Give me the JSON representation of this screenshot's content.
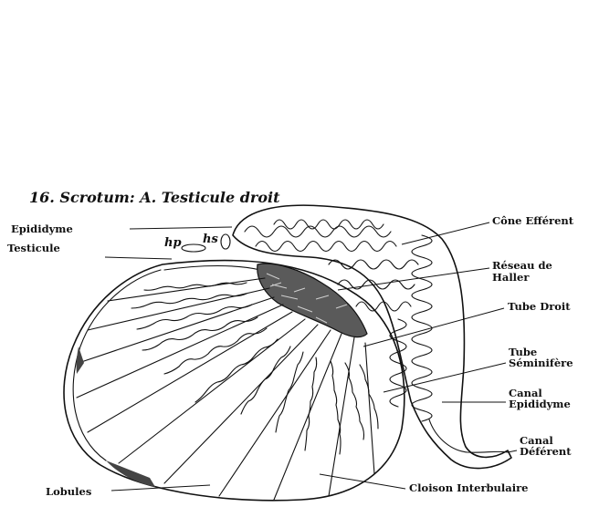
{
  "caption": "16. Scrotum: A. Testicule droit",
  "labels": {
    "epididyme": "Epididyme",
    "testicule": "Testicule",
    "hp": "hp",
    "hs": "hs",
    "cone_efferent": "Cône Efférent",
    "reseau_1": "Réseau de",
    "reseau_2": "Haller",
    "tube_droit": "Tube Droit",
    "tube_sem_1": "Tube",
    "tube_sem_2": "Séminifère",
    "canal_epi_1": "Canal",
    "canal_epi_2": "Epididyme",
    "canal_def_1": "Canal",
    "canal_def_2": "Déférent",
    "lobules": "Lobules",
    "cloison": "Cloison Interbulaire"
  }
}
